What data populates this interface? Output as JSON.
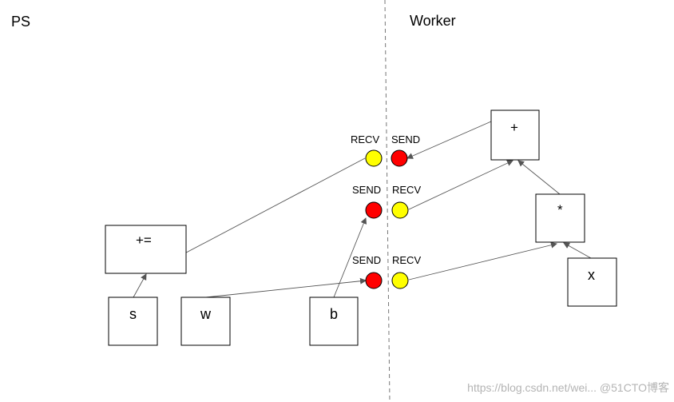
{
  "sections": {
    "left": "PS",
    "right": "Worker"
  },
  "nodes": {
    "s": "s",
    "w": "w",
    "b": "b",
    "x": "x",
    "plus_assign": "+=",
    "add": "+",
    "mul": "*"
  },
  "ports": {
    "row1_left": "RECV",
    "row1_right": "SEND",
    "row2_left": "SEND",
    "row2_right": "RECV",
    "row3_left": "SEND",
    "row3_right": "RECV"
  },
  "colors": {
    "send": "#ff0000",
    "recv": "#ffff00",
    "edge": "#555555",
    "divider": "#777777"
  },
  "watermark": "https://blog.csdn.net/wei... @51CTO博客"
}
